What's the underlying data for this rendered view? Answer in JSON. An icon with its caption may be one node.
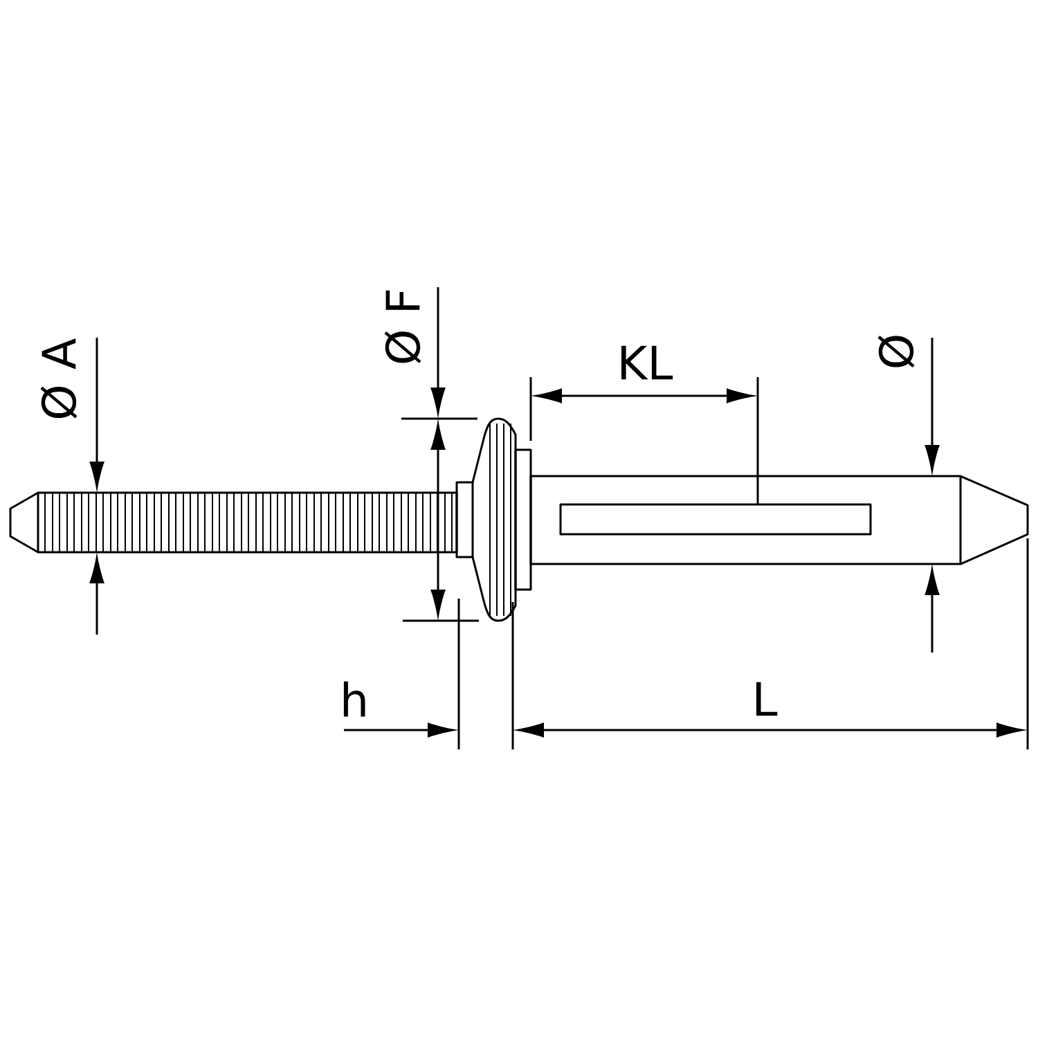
{
  "diagram": {
    "labels": [
      "Ø F",
      "KL",
      "Ø",
      "Ø A",
      "h",
      "L"
    ]
  }
}
